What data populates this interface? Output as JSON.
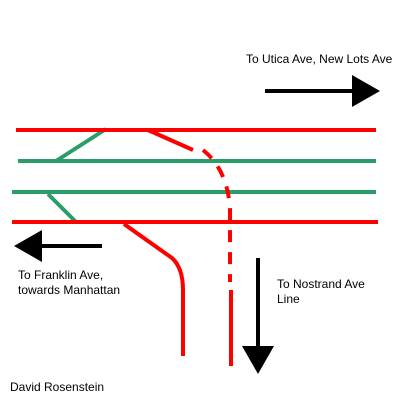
{
  "colors": {
    "red_track": "#ff0000",
    "green_track": "#2a9d6a",
    "arrow": "#000000",
    "background": "#ffffff"
  },
  "labels": {
    "utica": "To Utica Ave, New Lots Ave",
    "franklin_line1": "To Franklin Ave,",
    "franklin_line2": "towards Manhattan",
    "nostrand_line1": "To Nostrand Ave",
    "nostrand_line2": "Line",
    "credit": "David Rosenstein"
  }
}
